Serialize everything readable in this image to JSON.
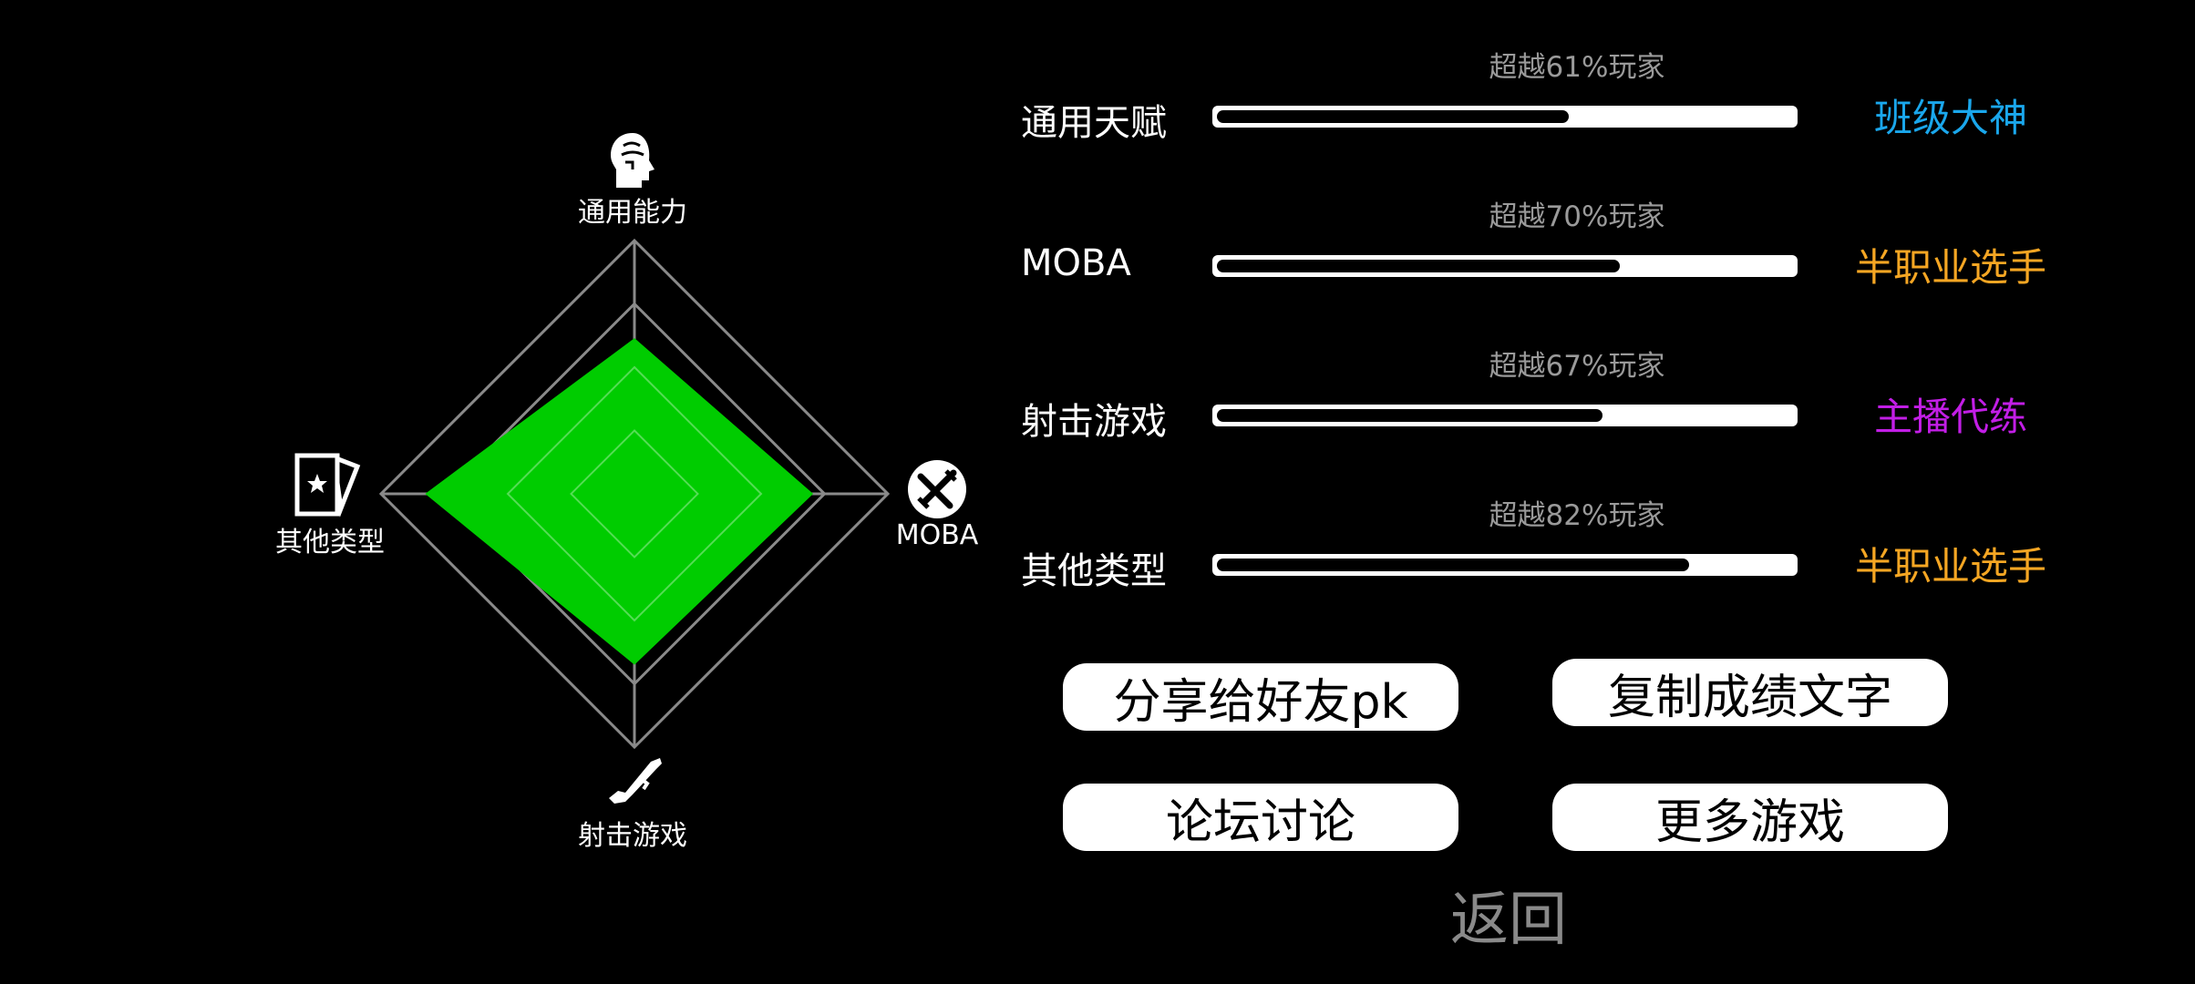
{
  "radar": {
    "axes": [
      {
        "key": "top",
        "label": "通用能力",
        "icon": "head-brain-icon"
      },
      {
        "key": "right",
        "label": "MOBA",
        "icon": "crossed-swords-icon"
      },
      {
        "key": "bottom",
        "label": "射击游戏",
        "icon": "rifle-icon"
      },
      {
        "key": "left",
        "label": "其他类型",
        "icon": "star-cards-icon"
      }
    ],
    "values": {
      "top": 0.61,
      "right": 0.7,
      "bottom": 0.67,
      "left": 0.82
    },
    "fill_color": "#00cc00",
    "grid_color": "#8a8a8a"
  },
  "stats": [
    {
      "name": "通用天赋",
      "percentile": "超越61%玩家",
      "value": 0.61,
      "rank": "班级大神",
      "rank_color": "#1aa7ec"
    },
    {
      "name": "MOBA",
      "percentile": "超越70%玩家",
      "value": 0.7,
      "rank": "半职业选手",
      "rank_color": "#f5a623"
    },
    {
      "name": "射击游戏",
      "percentile": "超越67%玩家",
      "value": 0.67,
      "rank": "主播代练",
      "rank_color": "#c21ee6"
    },
    {
      "name": "其他类型",
      "percentile": "超越82%玩家",
      "value": 0.82,
      "rank": "半职业选手",
      "rank_color": "#f5a623"
    }
  ],
  "buttons": {
    "share": "分享给好友pk",
    "copy": "复制成绩文字",
    "forum": "论坛讨论",
    "more": "更多游戏",
    "back": "返回"
  }
}
